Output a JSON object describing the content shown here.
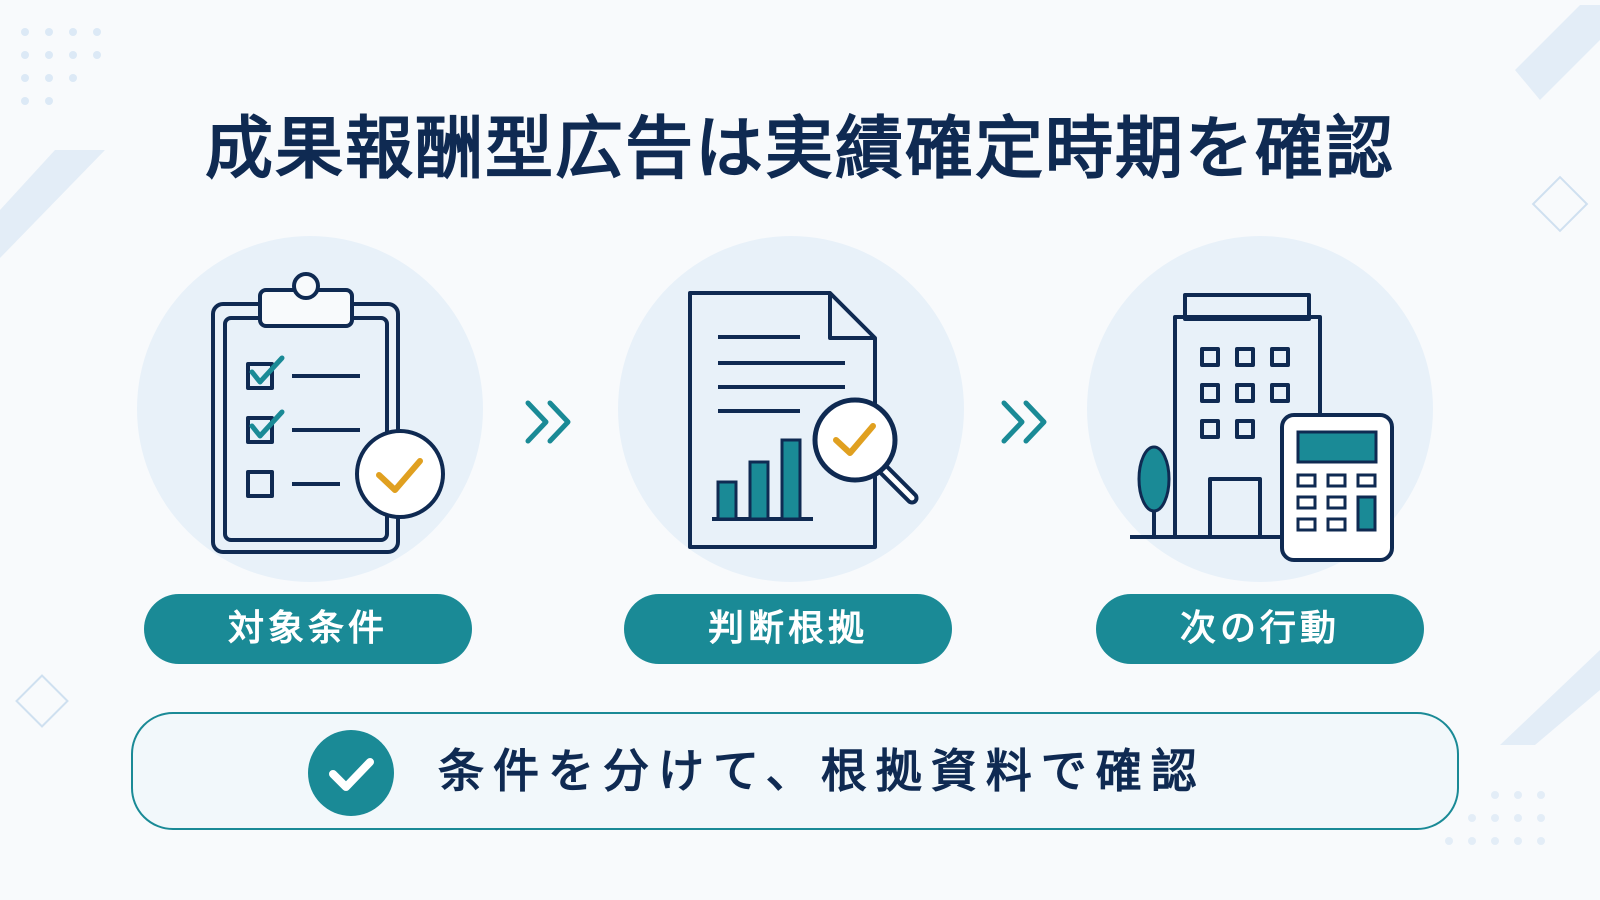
{
  "title": "成果報酬型広告は実績確定時期を確認",
  "steps": [
    {
      "label": "対象条件",
      "icon": "clipboard-checklist-icon"
    },
    {
      "label": "判断根拠",
      "icon": "document-chart-magnifier-icon"
    },
    {
      "label": "次の行動",
      "icon": "building-calculator-icon"
    }
  ],
  "banner": {
    "text": "条件を分けて、根拠資料で確認",
    "icon": "check-circle-icon"
  },
  "colors": {
    "navy": "#0f2a52",
    "teal": "#1a8a96",
    "gold": "#e0a020",
    "circle_bg": "#e8f1f9",
    "decor": "#dbe9f6"
  }
}
